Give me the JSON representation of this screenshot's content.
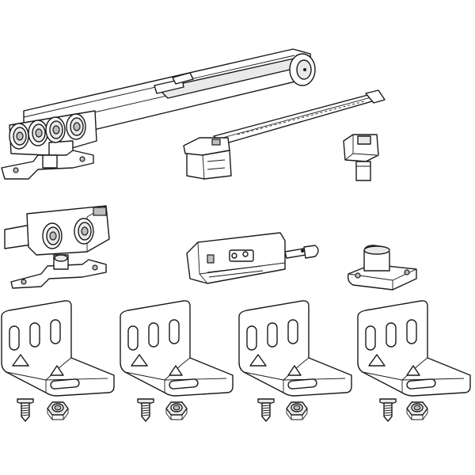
{
  "diagram": {
    "background": "#ffffff",
    "line_color": "#1a1a1a",
    "components": [
      "soft-close-damper-with-trolley",
      "damper-activator-rail",
      "door-stop",
      "door-guide-pin",
      "trolley",
      "soft-close-damper-unit",
      "floor-guide",
      "angle-bracket",
      "angle-bracket",
      "angle-bracket",
      "angle-bracket",
      "screw",
      "nut",
      "screw",
      "nut",
      "screw",
      "nut",
      "screw",
      "nut"
    ]
  }
}
